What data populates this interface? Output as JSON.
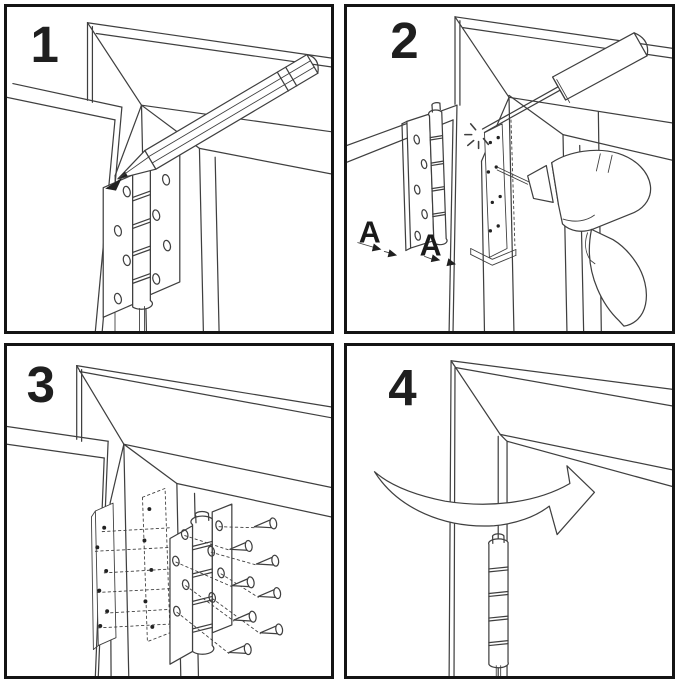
{
  "colors": {
    "line": "#3f3f3f",
    "ink": "#1f1f1f",
    "background": "#ffffff",
    "panel_border": "#141414"
  },
  "panels": [
    {
      "number": "1",
      "icon": "pencil-marking-hinge-outline-icon"
    },
    {
      "number": "2",
      "icon": "scriber-and-drill-pilot-holes-icon",
      "dim_labels": [
        "A",
        "A"
      ]
    },
    {
      "number": "3",
      "icon": "hinge-and-screws-exploded-alignment-icon"
    },
    {
      "number": "4",
      "icon": "door-rotation-on-installed-hinge-icon"
    }
  ]
}
